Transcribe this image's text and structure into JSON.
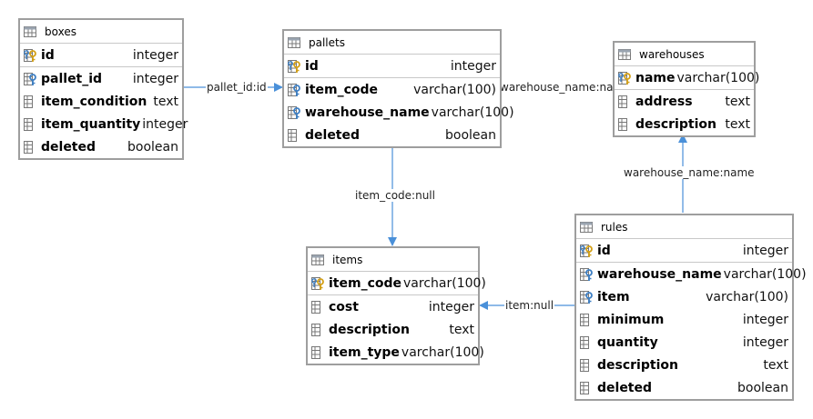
{
  "tables": {
    "boxes": {
      "name": "boxes",
      "columns": [
        {
          "name": "id",
          "type": "integer",
          "key": "pk"
        },
        {
          "name": "pallet_id",
          "type": "integer",
          "key": "fk"
        },
        {
          "name": "item_condition",
          "type": "text",
          "key": "none"
        },
        {
          "name": "item_quantity",
          "type": "integer",
          "key": "none"
        },
        {
          "name": "deleted",
          "type": "boolean",
          "key": "none"
        }
      ]
    },
    "pallets": {
      "name": "pallets",
      "columns": [
        {
          "name": "id",
          "type": "integer",
          "key": "pk"
        },
        {
          "name": "item_code",
          "type": "varchar(100)",
          "key": "fk"
        },
        {
          "name": "warehouse_name",
          "type": "varchar(100)",
          "key": "fk"
        },
        {
          "name": "deleted",
          "type": "boolean",
          "key": "none"
        }
      ]
    },
    "warehouses": {
      "name": "warehouses",
      "columns": [
        {
          "name": "name",
          "type": "varchar(100)",
          "key": "pk"
        },
        {
          "name": "address",
          "type": "text",
          "key": "none"
        },
        {
          "name": "description",
          "type": "text",
          "key": "none"
        }
      ]
    },
    "items": {
      "name": "items",
      "columns": [
        {
          "name": "item_code",
          "type": "varchar(100)",
          "key": "pk"
        },
        {
          "name": "cost",
          "type": "integer",
          "key": "none"
        },
        {
          "name": "description",
          "type": "text",
          "key": "none"
        },
        {
          "name": "item_type",
          "type": "varchar(100)",
          "key": "none"
        }
      ]
    },
    "rules": {
      "name": "rules",
      "columns": [
        {
          "name": "id",
          "type": "integer",
          "key": "pk"
        },
        {
          "name": "warehouse_name",
          "type": "varchar(100)",
          "key": "fk"
        },
        {
          "name": "item",
          "type": "varchar(100)",
          "key": "fk"
        },
        {
          "name": "minimum",
          "type": "integer",
          "key": "none"
        },
        {
          "name": "quantity",
          "type": "integer",
          "key": "none"
        },
        {
          "name": "description",
          "type": "text",
          "key": "none"
        },
        {
          "name": "deleted",
          "type": "boolean",
          "key": "none"
        }
      ]
    }
  },
  "relations": {
    "boxes_pallets": "pallet_id:id",
    "pallets_warehouses": "warehouse_name:name",
    "pallets_items": "item_code:null",
    "rules_warehouses": "warehouse_name:name",
    "rules_items": "item:null"
  },
  "colors": {
    "edge": "#4a90d9",
    "border": "#9e9e9e",
    "key_blue": "#3d7fc4",
    "key_gold": "#d4a017"
  },
  "icons": {
    "table": "table-icon",
    "pk": "primary-key-column-icon",
    "fk": "foreign-key-column-icon",
    "col": "column-icon"
  }
}
